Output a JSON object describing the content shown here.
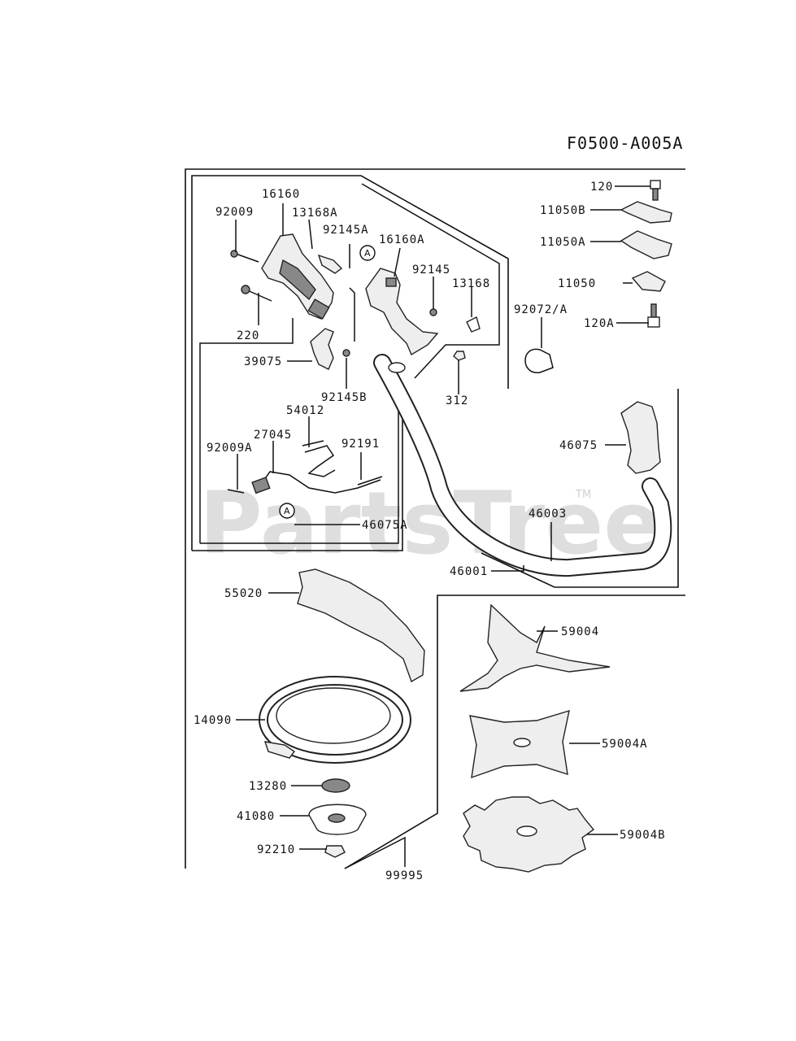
{
  "diagram_code": "F0500-A005A",
  "watermark": {
    "brand": "PartsTree",
    "tm": "TM"
  },
  "callouts": {
    "a1": "A",
    "a2": "A"
  },
  "parts": [
    {
      "id": "p16160",
      "number": "16160"
    },
    {
      "id": "p92009",
      "number": "92009"
    },
    {
      "id": "p13168A",
      "number": "13168A"
    },
    {
      "id": "p92145A",
      "number": "92145A"
    },
    {
      "id": "p16160A",
      "number": "16160A"
    },
    {
      "id": "p92145",
      "number": "92145"
    },
    {
      "id": "p13168",
      "number": "13168"
    },
    {
      "id": "p220",
      "number": "220"
    },
    {
      "id": "p39075",
      "number": "39075"
    },
    {
      "id": "p92145B",
      "number": "92145B"
    },
    {
      "id": "p312",
      "number": "312"
    },
    {
      "id": "p54012",
      "number": "54012"
    },
    {
      "id": "p27045",
      "number": "27045"
    },
    {
      "id": "p92009A",
      "number": "92009A"
    },
    {
      "id": "p92191",
      "number": "92191"
    },
    {
      "id": "p46075A",
      "number": "46075A"
    },
    {
      "id": "p120",
      "number": "120"
    },
    {
      "id": "p11050B",
      "number": "11050B"
    },
    {
      "id": "p11050A",
      "number": "11050A"
    },
    {
      "id": "p11050",
      "number": "11050"
    },
    {
      "id": "p92072A",
      "number": "92072/A"
    },
    {
      "id": "p120A",
      "number": "120A"
    },
    {
      "id": "p46075",
      "number": "46075"
    },
    {
      "id": "p46003",
      "number": "46003"
    },
    {
      "id": "p46001",
      "number": "46001"
    },
    {
      "id": "p55020",
      "number": "55020"
    },
    {
      "id": "p59004",
      "number": "59004"
    },
    {
      "id": "p14090",
      "number": "14090"
    },
    {
      "id": "p59004A",
      "number": "59004A"
    },
    {
      "id": "p13280",
      "number": "13280"
    },
    {
      "id": "p41080",
      "number": "41080"
    },
    {
      "id": "p59004B",
      "number": "59004B"
    },
    {
      "id": "p92210",
      "number": "92210"
    },
    {
      "id": "p99995",
      "number": "99995"
    }
  ]
}
